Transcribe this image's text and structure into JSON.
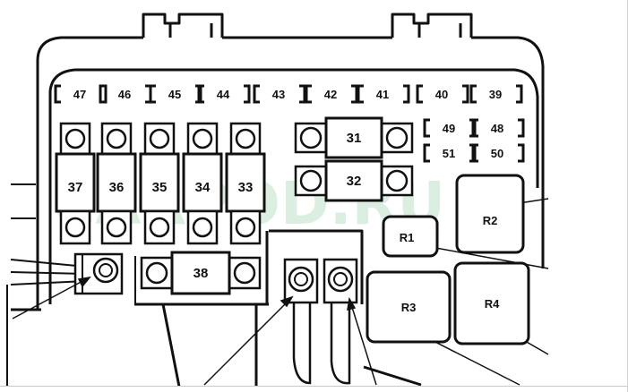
{
  "mini_fuses": [
    {
      "id": "47",
      "label": "47"
    },
    {
      "id": "46",
      "label": "46"
    },
    {
      "id": "45",
      "label": "45"
    },
    {
      "id": "44",
      "label": "44"
    },
    {
      "id": "43",
      "label": "43"
    },
    {
      "id": "42",
      "label": "42"
    },
    {
      "id": "41",
      "label": "41"
    },
    {
      "id": "40",
      "label": "40"
    },
    {
      "id": "39",
      "label": "39"
    },
    {
      "id": "49",
      "label": "49"
    },
    {
      "id": "48",
      "label": "48"
    },
    {
      "id": "51",
      "label": "51"
    },
    {
      "id": "50",
      "label": "50"
    }
  ],
  "cartridge_fuses": [
    {
      "id": "37",
      "label": "37"
    },
    {
      "id": "36",
      "label": "36"
    },
    {
      "id": "35",
      "label": "35"
    },
    {
      "id": "34",
      "label": "34"
    },
    {
      "id": "33",
      "label": "33"
    }
  ],
  "horizontal_fuses": [
    {
      "id": "31",
      "label": "31"
    },
    {
      "id": "32",
      "label": "32"
    },
    {
      "id": "38",
      "label": "38"
    }
  ],
  "relays": [
    {
      "id": "R1",
      "label": "R1"
    },
    {
      "id": "R2",
      "label": "R2"
    },
    {
      "id": "R3",
      "label": "R3"
    },
    {
      "id": "R4",
      "label": "R4"
    }
  ],
  "watermark": "CARPOD.RU"
}
